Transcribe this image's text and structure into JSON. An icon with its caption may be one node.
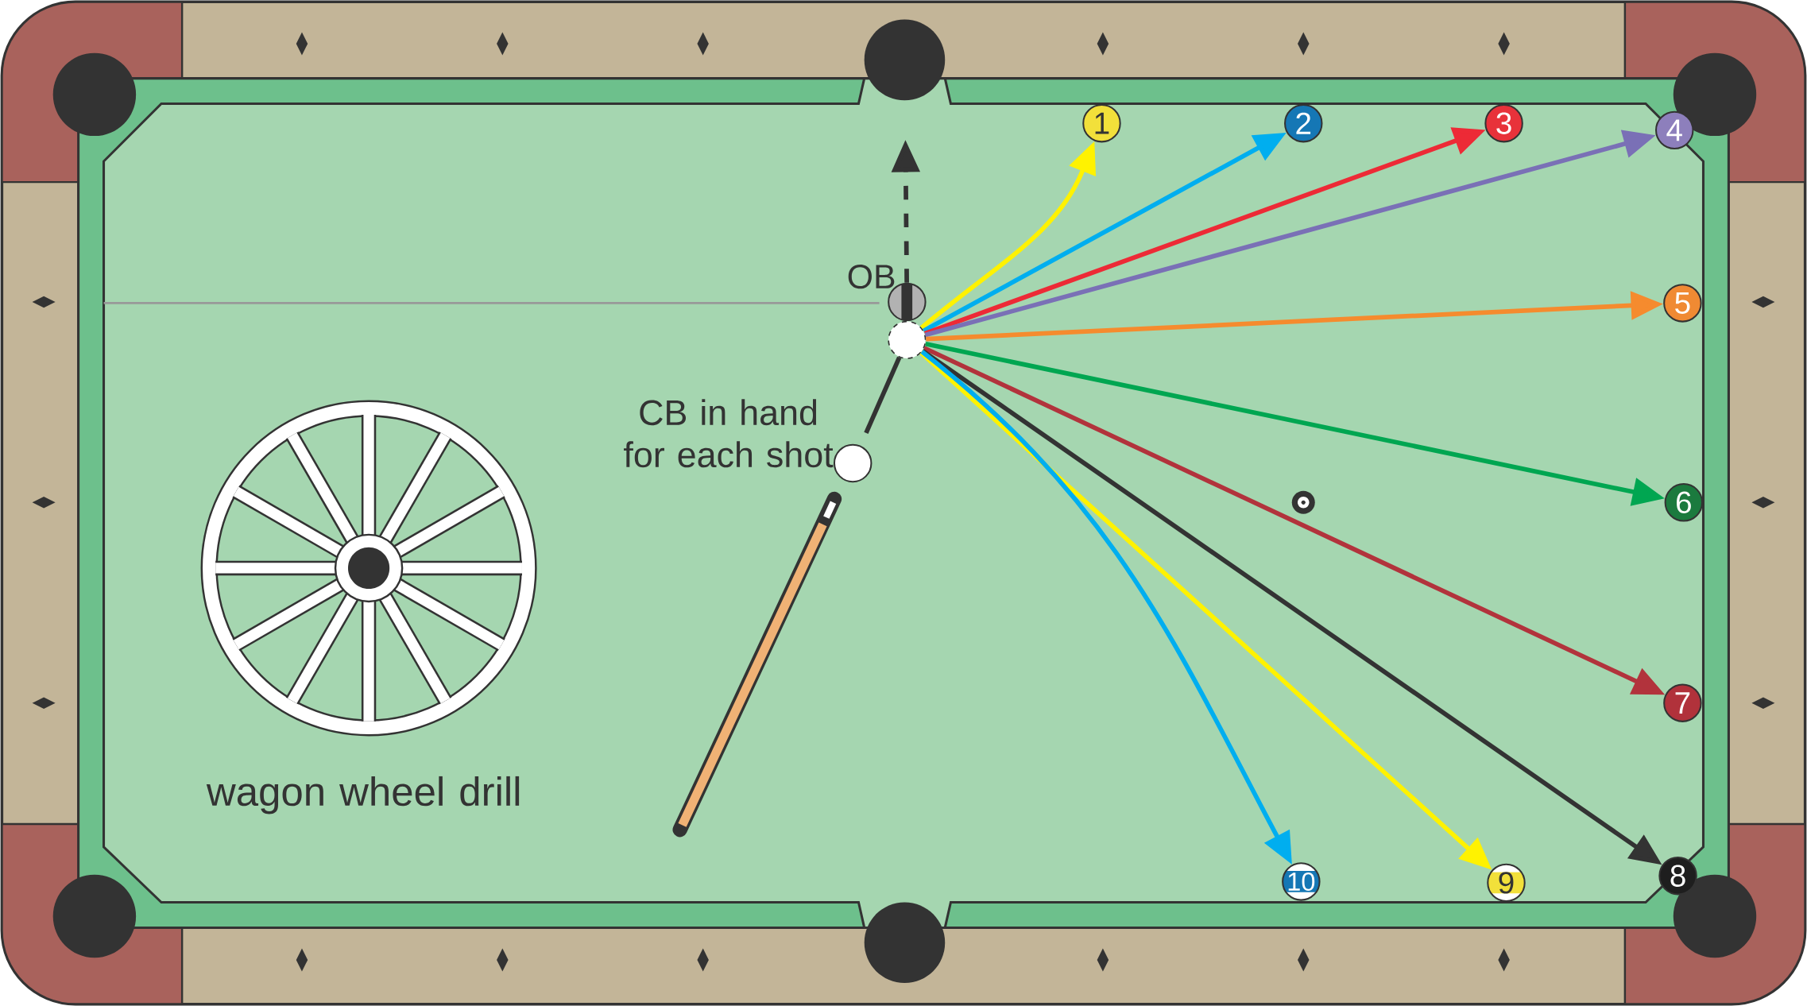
{
  "diagram": {
    "nodes": [
      {
        "text": [],
        "shape": "circle",
        "beside": [
          "OB"
        ]
      },
      {
        "text": [],
        "shape": "circle"
      },
      {
        "text": [],
        "shape": "circle"
      },
      {
        "text": [
          "1"
        ]
      },
      {
        "text": [
          "2"
        ]
      },
      {
        "text": [
          "3"
        ]
      },
      {
        "text": [
          "4"
        ]
      },
      {
        "text": [
          "5"
        ]
      },
      {
        "text": [
          "6"
        ]
      },
      {
        "text": [
          "7"
        ]
      },
      {
        "text": [
          "8"
        ]
      },
      {
        "text": [
          "9"
        ]
      },
      {
        "text": [
          "10"
        ]
      },
      {
        "text": [],
        "shape": "circle"
      }
    ],
    "edges": [
      {
        "from": 0,
        "to": 2,
        "arrow": "to",
        "style": "dashed"
      },
      {
        "from": 1,
        "to": 3,
        "arrow": "to",
        "color": "#fff200"
      },
      {
        "from": 1,
        "to": 4,
        "arrow": "to",
        "color": "#00aeef"
      },
      {
        "from": 1,
        "to": 5,
        "arrow": "to",
        "color": "#ed2a36"
      },
      {
        "from": 1,
        "to": 6,
        "arrow": "to",
        "color": "#7a70b6"
      },
      {
        "from": 1,
        "to": 7,
        "arrow": "to",
        "color": "#f58b2e"
      },
      {
        "from": 1,
        "to": 8,
        "arrow": "to",
        "color": "#00a651"
      },
      {
        "from": 1,
        "to": 9,
        "arrow": "to",
        "color": "#b2333c"
      },
      {
        "from": 1,
        "to": 10,
        "arrow": "to"
      },
      {
        "from": 1,
        "to": 11,
        "arrow": "to",
        "color": "#fff200"
      },
      {
        "from": 1,
        "to": 12,
        "arrow": "to",
        "color": "#00aeef"
      },
      {
        "from": 13,
        "to": 1,
        "arrow": "none"
      }
    ],
    "labels": [
      "CB in hand for each shot",
      "wagon wheel drill"
    ]
  }
}
